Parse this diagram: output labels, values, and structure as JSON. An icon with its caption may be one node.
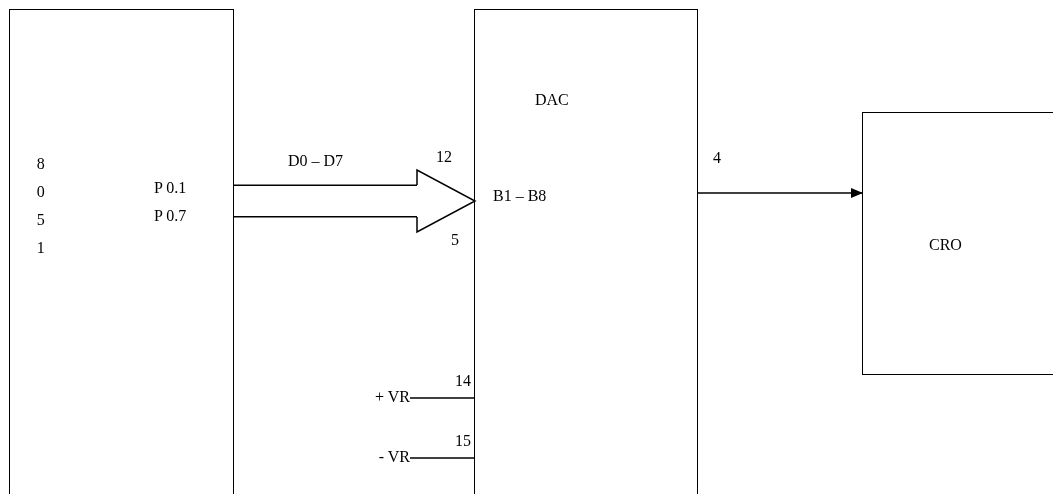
{
  "diagram": {
    "nodes": [
      {
        "text": [
          "8051",
          "P 0.1",
          "P 0.7"
        ]
      },
      {
        "text": [
          "DAC",
          "B1 – B8"
        ]
      },
      {
        "text": [
          "CRO"
        ]
      },
      {
        "text": [
          "+ VR"
        ]
      },
      {
        "text": [
          "- VR"
        ]
      }
    ],
    "edges": [
      {
        "from": 0,
        "to": 1,
        "arrow": "to",
        "label": "D0 – D7",
        "style": "thick"
      },
      {
        "from": 1,
        "to": 2,
        "arrow": "to"
      },
      {
        "from": 3,
        "to": 1,
        "arrow": "none"
      },
      {
        "from": 4,
        "to": 1,
        "arrow": "none"
      }
    ],
    "labels": [
      "12",
      "5",
      "4",
      "14",
      "15"
    ]
  }
}
